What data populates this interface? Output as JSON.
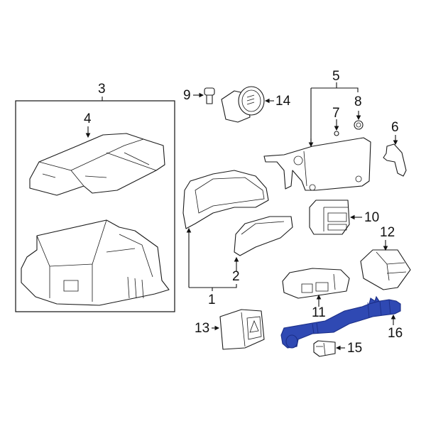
{
  "diagram": {
    "type": "exploded-parts-diagram",
    "highlight_color": "#2f49b3",
    "highlighted_part": "16",
    "callouts": [
      {
        "id": "c1",
        "label": "1"
      },
      {
        "id": "c2",
        "label": "2"
      },
      {
        "id": "c3",
        "label": "3"
      },
      {
        "id": "c4",
        "label": "4"
      },
      {
        "id": "c5",
        "label": "5"
      },
      {
        "id": "c6",
        "label": "6"
      },
      {
        "id": "c7",
        "label": "7"
      },
      {
        "id": "c8",
        "label": "8"
      },
      {
        "id": "c9",
        "label": "9"
      },
      {
        "id": "c10",
        "label": "10"
      },
      {
        "id": "c11",
        "label": "11"
      },
      {
        "id": "c12",
        "label": "12"
      },
      {
        "id": "c13",
        "label": "13"
      },
      {
        "id": "c14",
        "label": "14"
      },
      {
        "id": "c15",
        "label": "15"
      },
      {
        "id": "c16",
        "label": "16"
      }
    ]
  }
}
